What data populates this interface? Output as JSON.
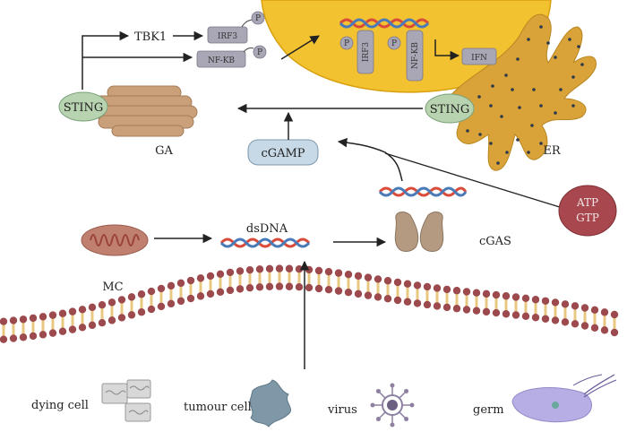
{
  "labels": {
    "tbk1": "TBK1",
    "irf3": "IRF3",
    "nfkb": "NF-KB",
    "p": "P",
    "ifn": "IFN",
    "sting": "STING",
    "ga": "GA",
    "er": "ER",
    "cgamp": "cGAMP",
    "atp": "ATP",
    "gtp": "GTP",
    "dsdna": "dsDNA",
    "cgas": "cGAS",
    "mc": "MC",
    "dying_cell": "dying cell",
    "tumour_cell": "tumour cell",
    "virus": "virus",
    "germ": "germ"
  },
  "colors": {
    "nucleus": "#f2c230",
    "nucleus_edge": "#d9a010",
    "er": "#d9a33a",
    "er_dot": "#2e3a4a",
    "golgi": "#c9a07a",
    "sting": "#b8d3b0",
    "cgamp": "#c7d9e6",
    "protein_box": "#a9a6b6",
    "atp_gtp": "#a8484e",
    "mito": "#c08070",
    "mito_inner": "#9a4238",
    "cgas": "#b59a82",
    "membrane_head": "#9c4a4e",
    "membrane_tail": "#e8c880",
    "dna_red": "#d94b3a",
    "dna_blue": "#4a7ab8",
    "tumour": "#7e98a8",
    "virus": "#8e80a0",
    "germ": "#b8aee6"
  }
}
